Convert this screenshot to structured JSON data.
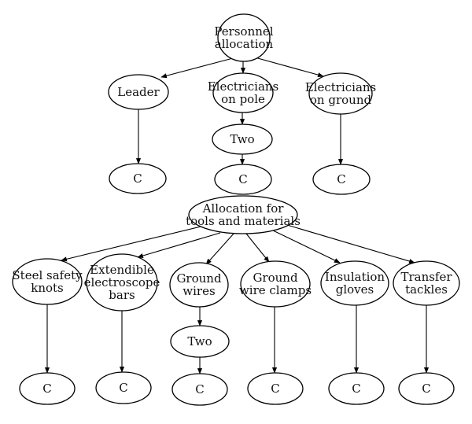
{
  "personnel_tree": {
    "root": [
      "Personnel",
      "allocation"
    ],
    "leader": [
      "Leader"
    ],
    "electricians_pole": [
      "Electricians",
      "on pole"
    ],
    "electricians_ground": [
      "Electricians",
      "on ground"
    ],
    "two": [
      "Two"
    ],
    "grade_leader": [
      "C"
    ],
    "grade_pole": [
      "C"
    ],
    "grade_ground": [
      "C"
    ]
  },
  "tools_tree": {
    "root": [
      "Allocation for",
      "tools and materials"
    ],
    "steel_safety_knots": [
      "Steel safety",
      "knots"
    ],
    "electroscope_bars": [
      "Extendible",
      "electroscope",
      "bars"
    ],
    "ground_wires": [
      "Ground",
      "wires"
    ],
    "ground_wires_two": [
      "Two"
    ],
    "ground_wire_clamps": [
      "Ground",
      "wire clamps"
    ],
    "insulation_gloves": [
      "Insulation",
      "gloves"
    ],
    "transfer_tackles": [
      "Transfer",
      "tackles"
    ],
    "grade_knots": [
      "C"
    ],
    "grade_bars": [
      "C"
    ],
    "grade_wires": [
      "C"
    ],
    "grade_clamps": [
      "C"
    ],
    "grade_gloves": [
      "C"
    ],
    "grade_tackles": [
      "C"
    ]
  }
}
